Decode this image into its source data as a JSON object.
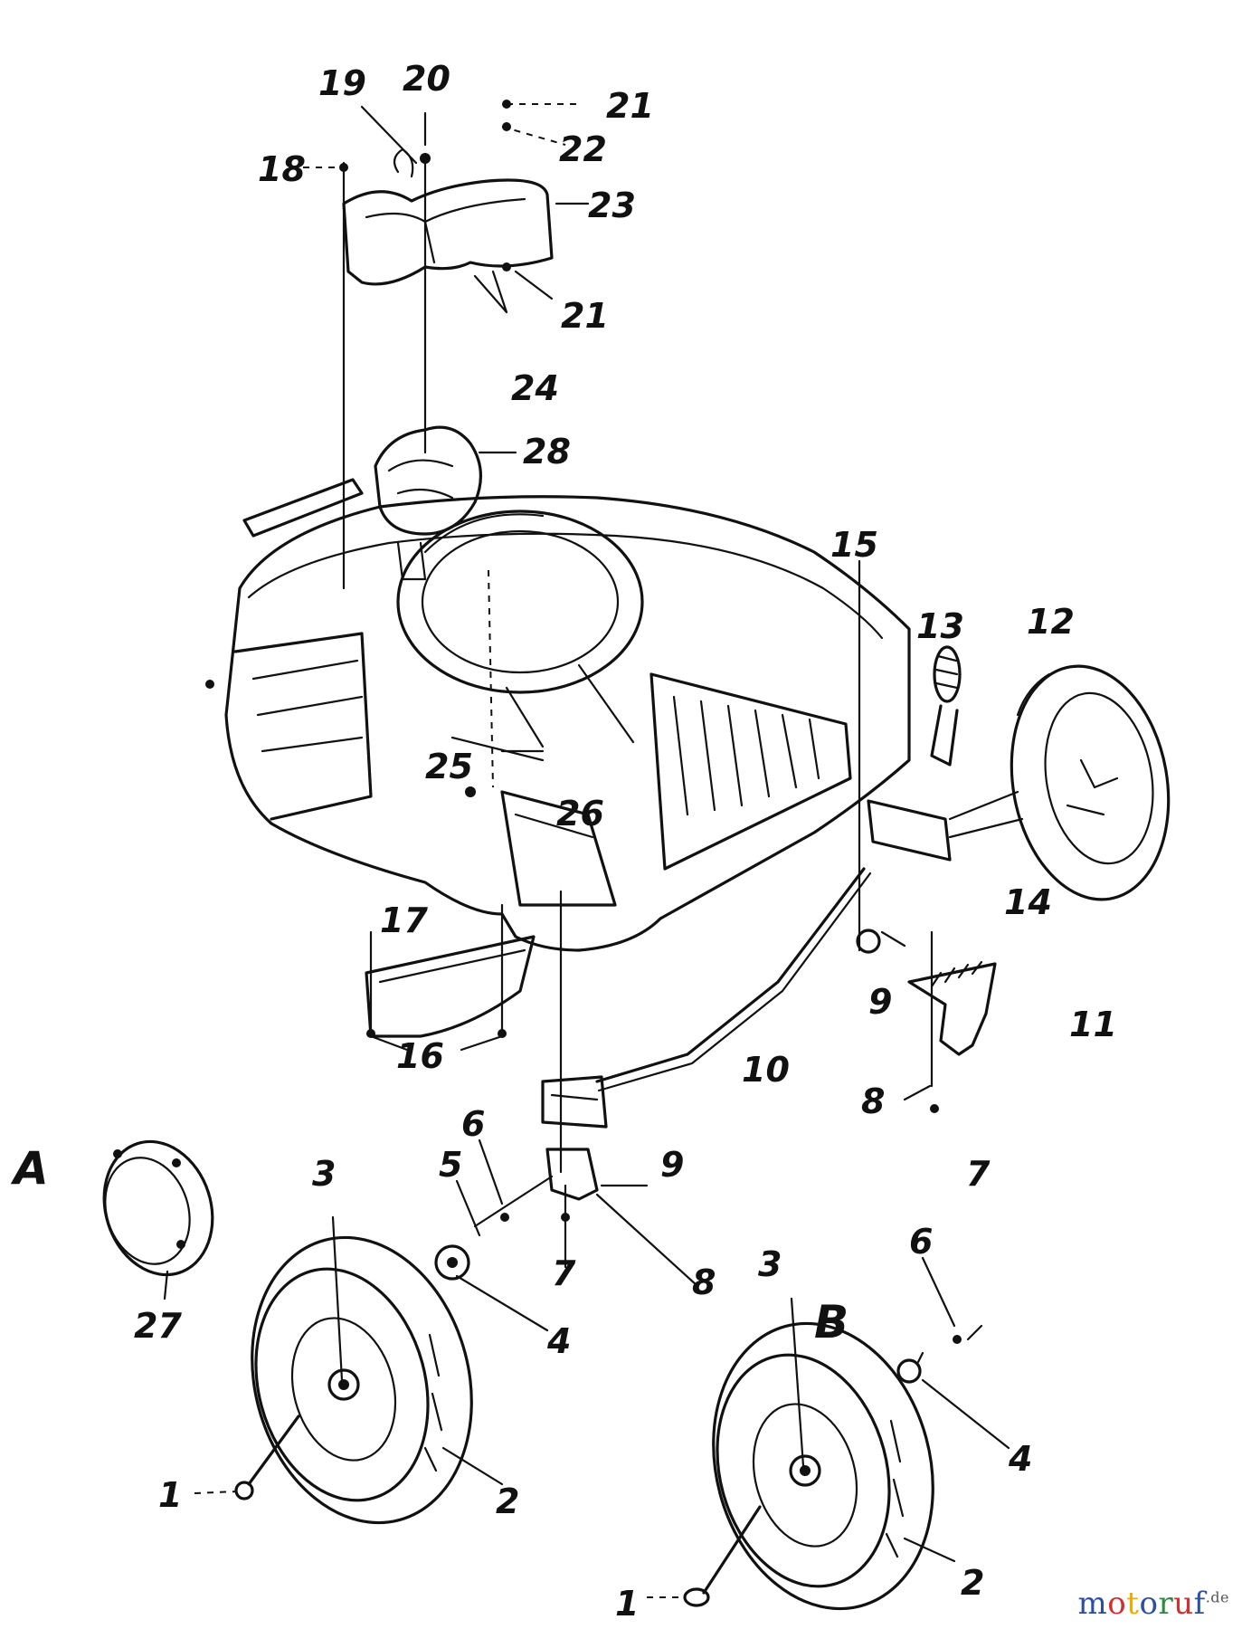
{
  "diagram": {
    "variants": [
      "A",
      "B"
    ],
    "callouts": [
      "1",
      "2",
      "3",
      "4",
      "5",
      "6",
      "7",
      "8",
      "9",
      "10",
      "11",
      "12",
      "13",
      "14",
      "15",
      "16",
      "17",
      "18",
      "19",
      "20",
      "21",
      "22",
      "23",
      "24",
      "25",
      "26",
      "27",
      "28"
    ]
  },
  "watermark": {
    "parts": [
      {
        "text": "m",
        "color": "#2b4fa3"
      },
      {
        "text": "o",
        "color": "#d32f2f"
      },
      {
        "text": "t",
        "color": "#f2a900"
      },
      {
        "text": "o",
        "color": "#2b4fa3"
      },
      {
        "text": "r",
        "color": "#2e8b3d"
      },
      {
        "text": "u",
        "color": "#d32f2f"
      },
      {
        "text": "f",
        "color": "#2b4fa3"
      }
    ],
    "suffix": ".de"
  }
}
